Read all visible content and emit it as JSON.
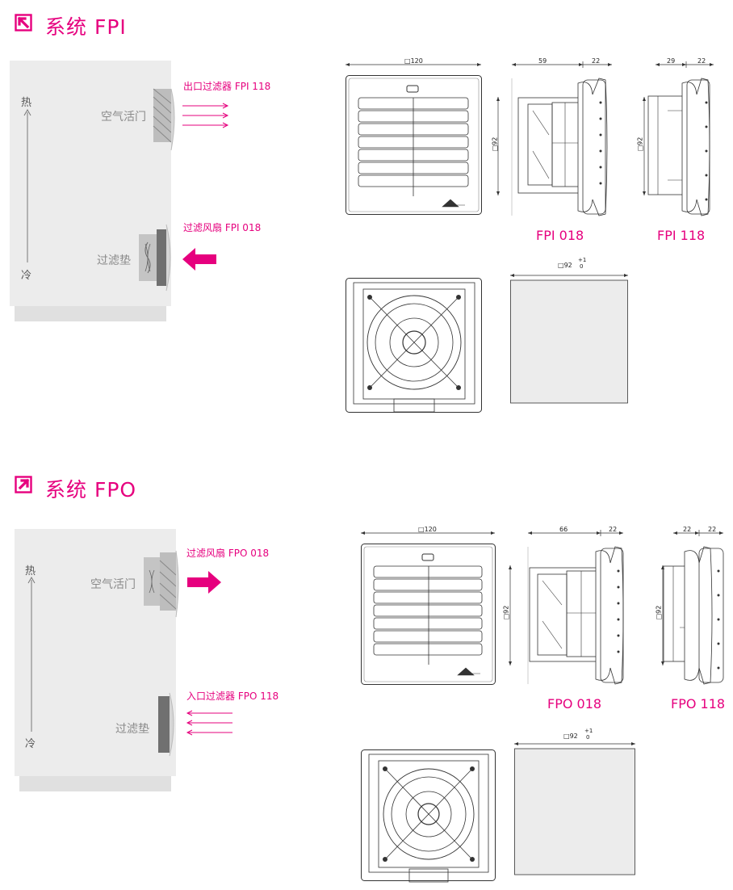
{
  "fpi": {
    "title": "系统 FPI",
    "hot": "热",
    "cold": "冷",
    "vent_label": "空气活门",
    "pad_label": "过滤垫",
    "outlet_label": "出口过滤器 FPI 118",
    "fan_label": "过滤风扇 FPI 018",
    "dim_width": "120",
    "dim_height": "92",
    "dim_depth_a": "59",
    "dim_depth_b": "22",
    "dim_depth_c": "29",
    "dim_depth_d": "22",
    "model_a": "FPI 018",
    "model_b": "FPI 118",
    "cutout": "92",
    "cutout_tol_plus": "+1",
    "cutout_tol_zero": "0"
  },
  "fpo": {
    "title": "系统 FPO",
    "hot": "热",
    "cold": "冷",
    "vent_label": "空气活门",
    "pad_label": "过滤垫",
    "fan_label": "过滤风扇 FPO 018",
    "inlet_label": "入口过滤器 FPO 118",
    "dim_width": "120",
    "dim_height": "92",
    "dim_depth_a": "66",
    "dim_depth_b": "22",
    "dim_depth_c": "22",
    "dim_depth_d": "22",
    "model_a": "FPO 018",
    "model_b": "FPO 118",
    "cutout": "92",
    "cutout_tol_plus": "+1",
    "cutout_tol_zero": "0"
  },
  "colors": {
    "accent": "#e6007e",
    "cabinet": "#ececec"
  },
  "icons": {
    "fpi": "arrow-in-icon",
    "fpo": "arrow-out-icon"
  }
}
